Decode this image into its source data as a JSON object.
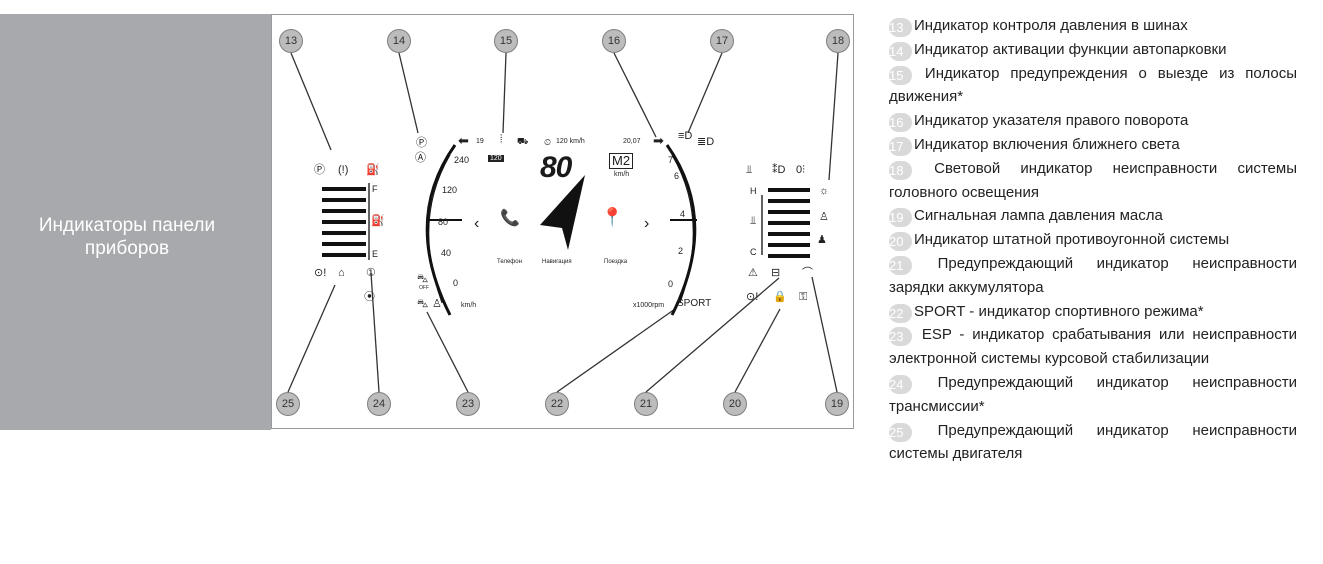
{
  "side_title_line1": "Индикаторы панели",
  "side_title_line2": "приборов",
  "callouts": [
    "13",
    "14",
    "15",
    "16",
    "17",
    "18",
    "25",
    "24",
    "23",
    "22",
    "21",
    "20",
    "19"
  ],
  "dash": {
    "speed_big": "80",
    "gear": "M2",
    "gear_unit": "km/h",
    "left_arrow_value": "19",
    "right_arrow_value": "20,07",
    "speed_limit_small": "120",
    "cruise_text": "120 km/h",
    "speed_ticks": [
      "240",
      "120",
      "80",
      "40",
      "0"
    ],
    "speed_unit": "km/h",
    "rpm_ticks": [
      "7",
      "6",
      "4",
      "2",
      "0"
    ],
    "rpm_unit": "x1000rpm",
    "sport": "SPORT",
    "fuel_f": "F",
    "fuel_e": "E",
    "temp_h": "H",
    "temp_c": "C",
    "nav_phone": "Телефон",
    "nav_navigation": "Навигация",
    "nav_trip": "Поездка",
    "chev_left": "‹",
    "chev_right": "›",
    "off_label": "OFF",
    "icon_glyphs": {
      "parking_brake": "Ⓟ",
      "tpms": "(!)",
      "fuel_pump": "⛽",
      "autopark": "Ⓟ",
      "auto_a": "Ⓐ",
      "low_beam": "≡D",
      "high_beam": "≣D",
      "water_temp": "⫫",
      "fog_front": "⁑D",
      "fog_rear": "0⫶",
      "sun": "☼",
      "seatbelt": "♙",
      "airbag": "♟",
      "warning": "⚠",
      "battery": "⊟",
      "oil": "⌒",
      "steering": "⊙!",
      "lock": "🔒",
      "lock_key": "⚿",
      "engine": "⌂",
      "excl": "①",
      "transmission": "⦿",
      "esp_car": "⛍",
      "esp_person": "♙",
      "phone": "📞",
      "trip_pin": "📍"
    }
  },
  "legend": [
    {
      "num": "13",
      "text": "Индикатор контроля давления в шинах"
    },
    {
      "num": "14",
      "text": "Индикатор активации функции автопарковки"
    },
    {
      "num": "15",
      "text": " Индикатор предупреждения о выезде из полосы движения*"
    },
    {
      "num": "16",
      "text": "Индикатор указателя правого поворота"
    },
    {
      "num": "17",
      "text": "Индикатор включения ближнего света"
    },
    {
      "num": "18",
      "text": " Световой индикатор неисправности системы головного освещения"
    },
    {
      "num": "19",
      "text": "Сигнальная лампа давления масла"
    },
    {
      "num": "20",
      "text": "Индикатор штатной противоугонной системы"
    },
    {
      "num": "21",
      "text": " Предупреждающий индикатор неисправности зарядки аккумулятора"
    },
    {
      "num": "22",
      "text": "SPORT - индикатор спортивного режима*"
    },
    {
      "num": "23",
      "text": " ESP - индикатор срабатывания или неисправности электронной системы курсовой стабилизации"
    },
    {
      "num": "24",
      "text": " Предупреждающий индикатор неисправности трансмиссии*"
    },
    {
      "num": "25",
      "text": " Предупреждающий индикатор неисправности системы двигателя"
    }
  ]
}
